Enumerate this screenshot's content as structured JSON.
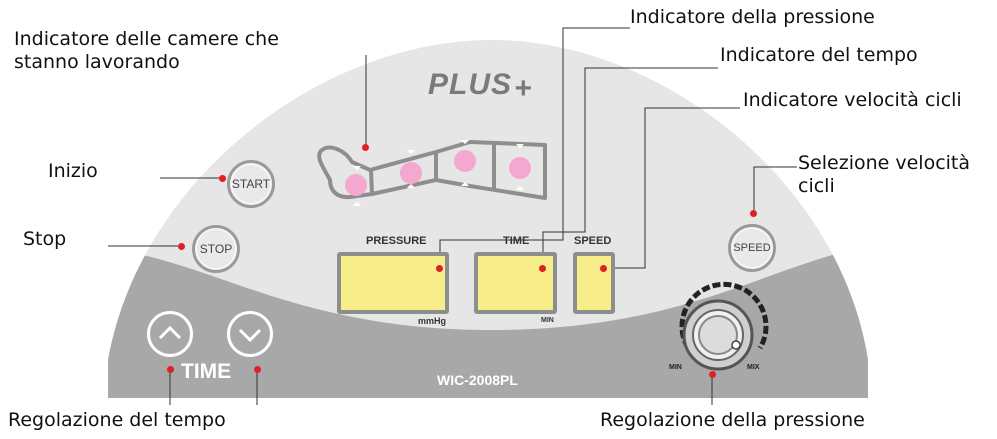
{
  "labels": {
    "chambers_indicator": "Indicatore delle camere che\nstanno lavorando",
    "pressure_indicator": "Indicatore della pressione",
    "time_indicator": "Indicatore del tempo",
    "cycle_speed_indicator": "Indicatore velocità cicli",
    "cycle_speed_selection": "Selezione velocità\ncicli",
    "start": "Inizio",
    "stop": "Stop",
    "time_adjust": "Regolazione del tempo",
    "pressure_adjust": "Regolazione della pressione"
  },
  "panel": {
    "brand": "PLUS",
    "start_button": "START",
    "stop_button": "STOP",
    "speed_button": "SPEED",
    "pressure_title": "PRESSURE",
    "pressure_unit": "mmHg",
    "time_title": "TIME",
    "time_unit": "MIN",
    "speed_title": "SPEED",
    "time_control": "TIME",
    "model": "WIC-2008PL",
    "knob_min": "MIN",
    "knob_max": "MIX"
  },
  "icons": {
    "up": "chevron-up-icon",
    "down": "chevron-down-icon",
    "knob": "pressure-knob-icon"
  },
  "colors": {
    "panel_light": "#e6e6e6",
    "panel_dark": "#a8a8a8",
    "display_fill": "#f7ee8a",
    "chamber_dot": "#f4a7cf",
    "callout": "#e21f26"
  }
}
